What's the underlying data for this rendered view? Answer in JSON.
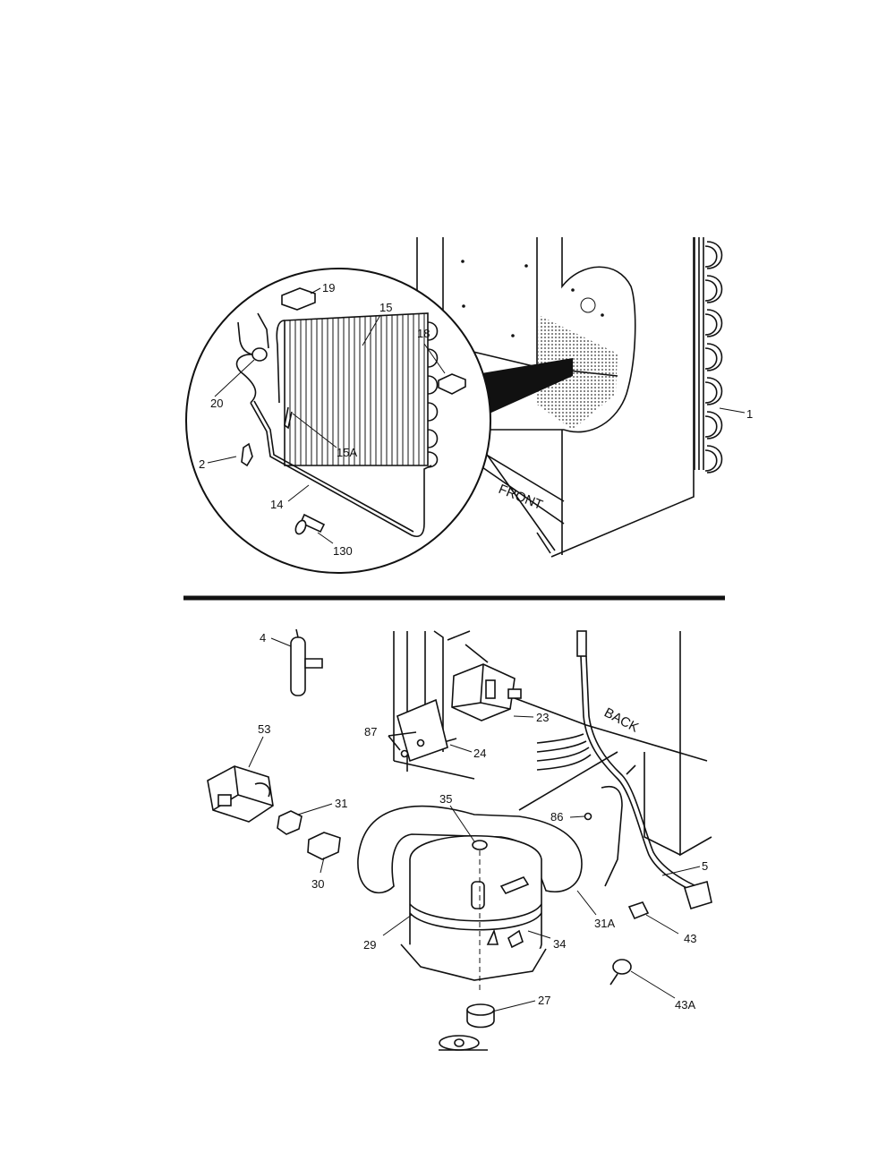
{
  "upper_view": {
    "orientation_label": "FRONT",
    "callouts": {
      "c19": "19",
      "c15": "15",
      "c18": "18",
      "c20": "20",
      "c15A": "15A",
      "c2": "2",
      "c14": "14",
      "c130": "130",
      "c1": "1"
    }
  },
  "lower_view": {
    "orientation_label": "BACK",
    "callouts": {
      "c4": "4",
      "c53": "53",
      "c87": "87",
      "c23": "23",
      "c24": "24",
      "c35": "35",
      "c86": "86",
      "c31": "31",
      "c5": "5",
      "c30": "30",
      "c29": "29",
      "c34": "34",
      "c31A": "31A",
      "c43": "43",
      "c27": "27",
      "c43A": "43A"
    }
  }
}
